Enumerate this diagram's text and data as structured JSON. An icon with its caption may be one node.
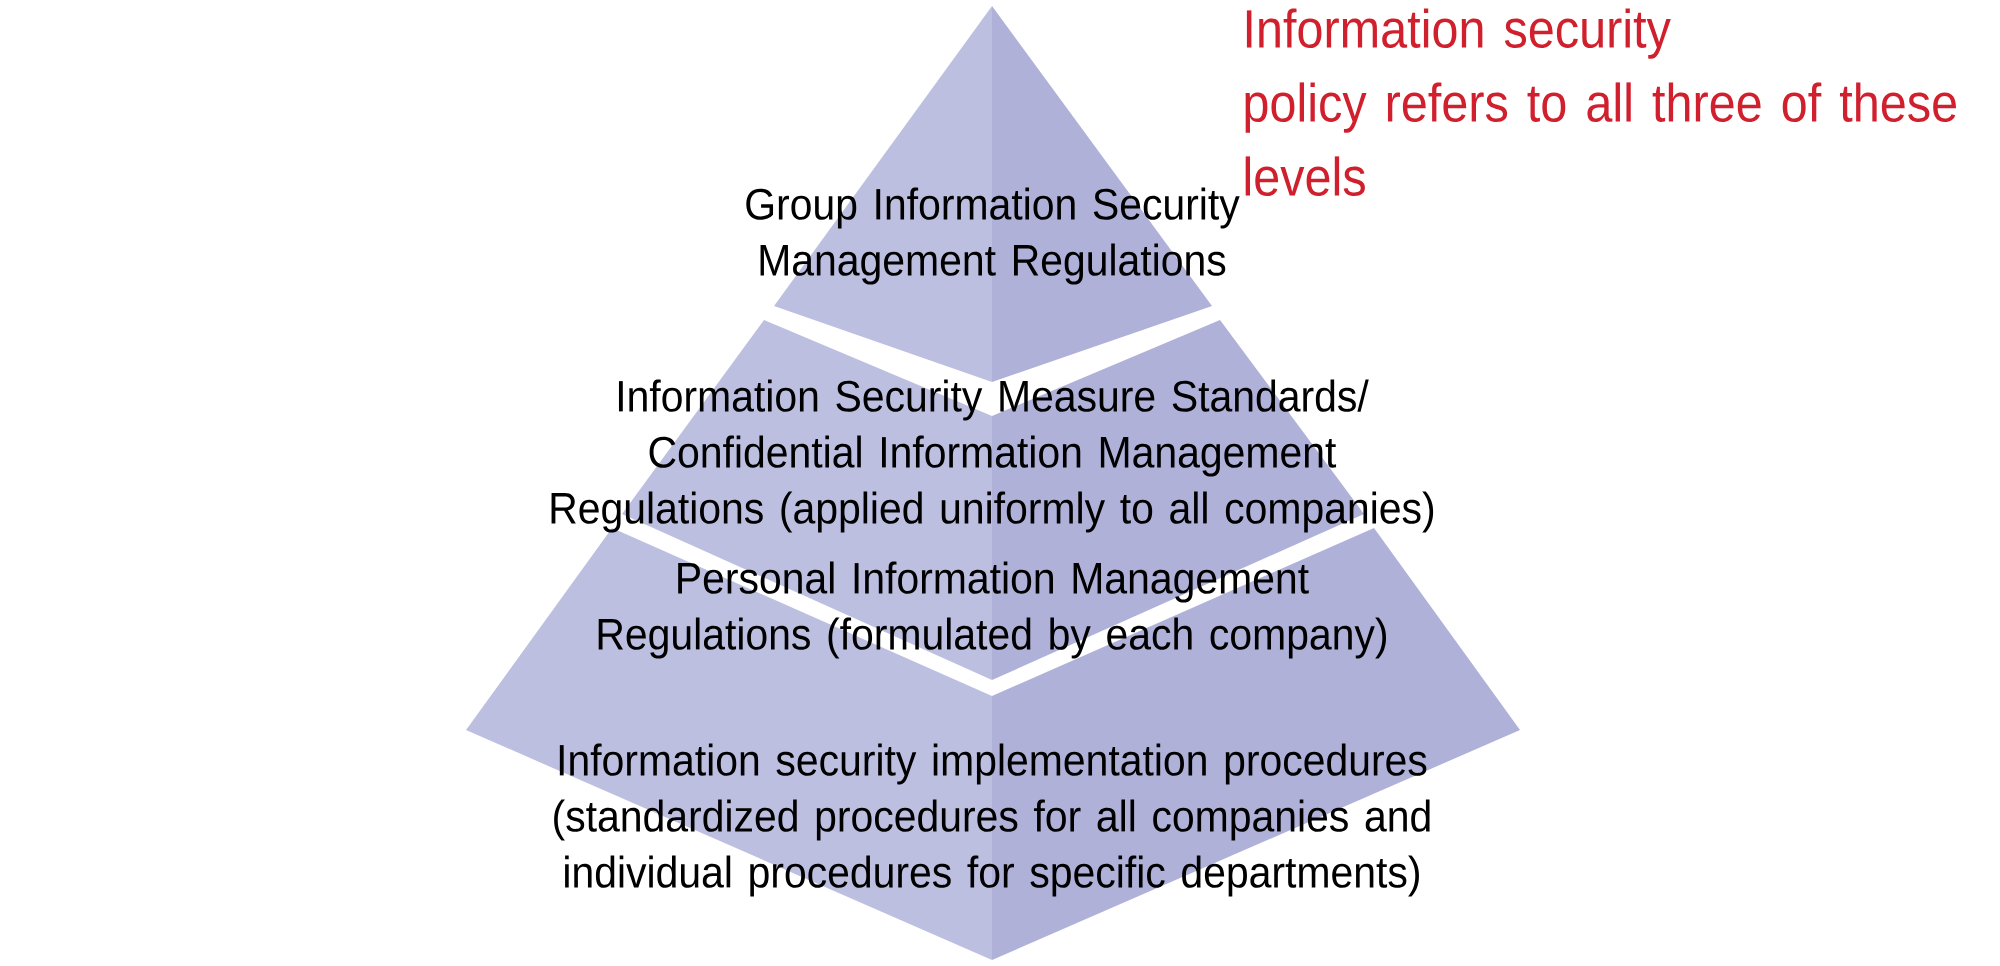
{
  "diagram": {
    "nodes": [
      {
        "text": [
          "Group Information Security Management Regulations"
        ]
      },
      {
        "text": [
          "Information Security Measure Standards/ Confidential Information Management Regulations (applied uniformly to all companies)",
          "Personal Information Management Regulations (formulated by each company)"
        ]
      },
      {
        "text": [
          "Information security implementation procedures (standardized procedures for all companies and individual procedures for specific departments)"
        ]
      }
    ],
    "labels": [
      "Information security policy refers to all three of these levels"
    ]
  }
}
